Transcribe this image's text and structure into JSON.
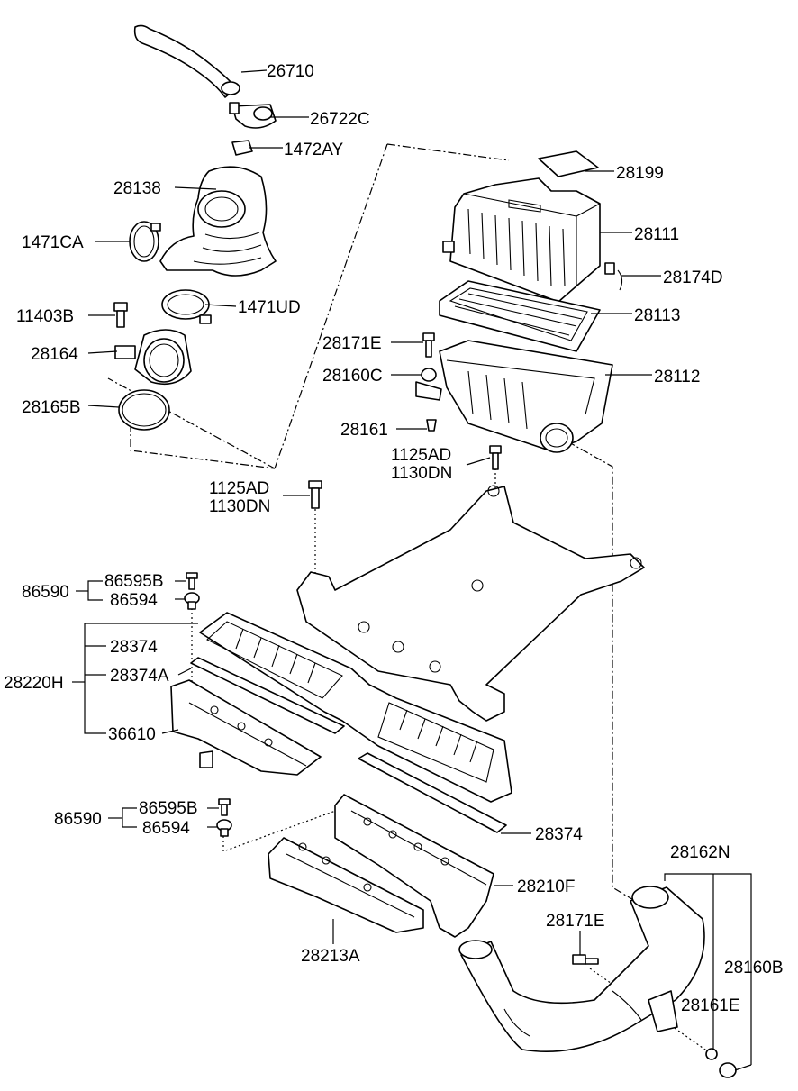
{
  "labels": {
    "p26710": "26710",
    "p26722C": "26722C",
    "p1472AY": "1472AY",
    "p28138": "28138",
    "p1471CA": "1471CA",
    "p1471UD": "1471UD",
    "p11403B": "11403B",
    "p28164": "28164",
    "p28165B": "28165B",
    "p28199": "28199",
    "p28111": "28111",
    "p28174D": "28174D",
    "p28113": "28113",
    "p28171E_top": "28171E",
    "p28160C": "28160C",
    "p28112": "28112",
    "p28161": "28161",
    "p1125AD_right": "1125AD",
    "p1130DN_right": "1130DN",
    "p1125AD_left": "1125AD",
    "p1130DN_left": "1130DN",
    "p86590_top": "86590",
    "p86595B_top": "86595B",
    "p86594_top": "86594",
    "p28374_top": "28374",
    "p28220H": "28220H",
    "p28374A": "28374A",
    "p36610": "36610",
    "p86590_bot": "86590",
    "p86595B_bot": "86595B",
    "p86594_bot": "86594",
    "p28374_right": "28374",
    "p28162N": "28162N",
    "p28210F": "28210F",
    "p28171E_bot": "28171E",
    "p28160B": "28160B",
    "p28213A": "28213A",
    "p28161E": "28161E"
  }
}
